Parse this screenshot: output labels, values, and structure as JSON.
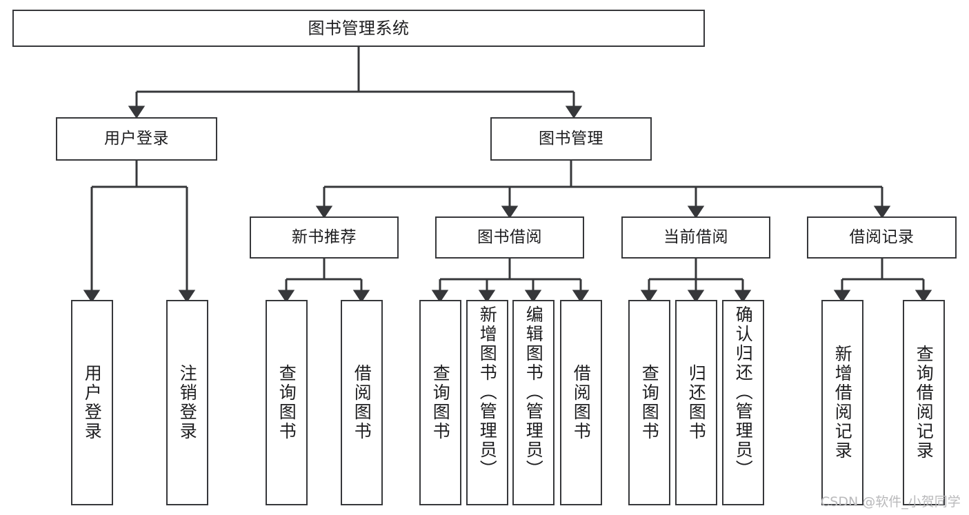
{
  "diagram": {
    "title": "图书管理系统",
    "type": "tree-hierarchy",
    "orientation": "top-down",
    "colors": {
      "box_border": "#36373a",
      "box_fill": "#ffffff",
      "connector": "#36373a",
      "text": "#1d1d1f",
      "watermark": "#b9b9bb",
      "background": "#ffffff"
    }
  },
  "watermark": {
    "text": "CSDN @软件_小贺同学"
  },
  "nodes": {
    "root": {
      "label": "图书管理系统",
      "level": 1
    },
    "level2": [
      {
        "id": "user-login",
        "label": "用户登录"
      },
      {
        "id": "book-management",
        "label": "图书管理"
      }
    ],
    "level3": [
      {
        "id": "new-book-recommend",
        "label": "新书推荐",
        "parent": "book-management"
      },
      {
        "id": "book-borrow",
        "label": "图书借阅",
        "parent": "book-management"
      },
      {
        "id": "current-borrow",
        "label": "当前借阅",
        "parent": "book-management"
      },
      {
        "id": "borrow-record",
        "label": "借阅记录",
        "parent": "book-management"
      }
    ],
    "level4": [
      {
        "id": "leaf-user-login",
        "label": "用户登录",
        "parent": "user-login"
      },
      {
        "id": "leaf-user-logout",
        "label": "注销登录",
        "parent": "user-login"
      },
      {
        "id": "leaf-query-book-1",
        "label": "查询图书",
        "parent": "new-book-recommend"
      },
      {
        "id": "leaf-borrow-book-1",
        "label": "借阅图书",
        "parent": "new-book-recommend"
      },
      {
        "id": "leaf-query-book-2",
        "label": "查询图书",
        "parent": "book-borrow"
      },
      {
        "id": "leaf-add-book",
        "label": "新增图书（管理员）",
        "parent": "book-borrow"
      },
      {
        "id": "leaf-edit-book",
        "label": "编辑图书（管理员）",
        "parent": "book-borrow"
      },
      {
        "id": "leaf-borrow-book-2",
        "label": "借阅图书",
        "parent": "book-borrow"
      },
      {
        "id": "leaf-query-book-3",
        "label": "查询图书",
        "parent": "current-borrow"
      },
      {
        "id": "leaf-return-book",
        "label": "归还图书",
        "parent": "current-borrow"
      },
      {
        "id": "leaf-confirm-return",
        "label": "确认归还（管理员）",
        "parent": "current-borrow"
      },
      {
        "id": "leaf-add-record",
        "label": "新增借阅记录",
        "parent": "borrow-record"
      },
      {
        "id": "leaf-query-record",
        "label": "查询借阅记录",
        "parent": "borrow-record"
      }
    ]
  }
}
